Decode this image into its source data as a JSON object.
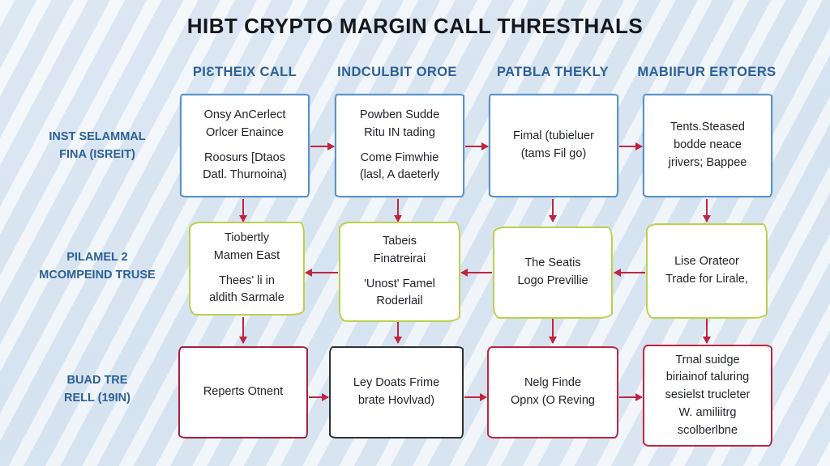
{
  "page": {
    "title": "HIBT CRYPTO MARGIN CALL THRESTHALS",
    "background_color": "#e3edf6",
    "accent_blue": "#2d6096",
    "accent_red": "#c0243f",
    "accent_green": "#bcd14b"
  },
  "columns": [
    {
      "label": "PIƐTHEIX CALL"
    },
    {
      "label": "INDCULBIT OROE"
    },
    {
      "label": "PATBLA THEKLY"
    },
    {
      "label": "MABIIFUR ERTOERS"
    }
  ],
  "rows": [
    {
      "label_line1": "INST SELAMMAL",
      "label_line2": "FINA (ISREIT)"
    },
    {
      "label_line1": "PILAMEL 2",
      "label_line2": "MCOMPEIND TRUSE"
    },
    {
      "label_line1": "BUAD TRE",
      "label_line2": "RELL (19IN)"
    }
  ],
  "nodes": {
    "r0c0": {
      "line1": "Onsy AnCerlect",
      "line2": "Orlcer Enaince",
      "line3": "Roosurs [Dtaos",
      "line4": "Datl. Thurnoina)"
    },
    "r0c1": {
      "line1": "Powben Sudde",
      "line2": "Ritu IN tading",
      "line3": "Come Fimwhie",
      "line4": "(lasl, A daeterly"
    },
    "r0c2": {
      "line1": "Fimal (tubieluer",
      "line2": "(tams Fil go)",
      "line3": "",
      "line4": ""
    },
    "r0c3": {
      "line1": "Tents.Steased",
      "line2": "bodde neace",
      "line3": "jrivers; Bappee",
      "line4": ""
    },
    "r1c0": {
      "line1": "Tiobertly",
      "line2": "Mamen East",
      "line3": "Thees' li in",
      "line4": "aldith Sarmale"
    },
    "r1c1": {
      "line1": "Tabeis",
      "line2": "Finatreirai",
      "line3": "'Unost' Famel",
      "line4": "Roderlail"
    },
    "r1c2": {
      "line1": "The Seatis",
      "line2": "Logo Previllie",
      "line3": "",
      "line4": ""
    },
    "r1c3": {
      "line1": "Lise Orateor",
      "line2": "Trade for Lirale,",
      "line3": "",
      "line4": ""
    },
    "r2c0": {
      "line1": "Reperts Otnent",
      "line2": "",
      "line3": "",
      "line4": ""
    },
    "r2c1": {
      "line1": "Ley Doats Frime",
      "line2": "brate Hovlvad)",
      "line3": "",
      "line4": ""
    },
    "r2c2": {
      "line1": "Nelg Finde",
      "line2": "Opnx (O Reving",
      "line3": "",
      "line4": ""
    },
    "r2c3": {
      "line1": "Trnal suidge",
      "line2": "biriainof taluring",
      "line3": "sesielst trucleter",
      "line4": "W. amiliitrg",
      "line5": "scolberlbne"
    }
  }
}
